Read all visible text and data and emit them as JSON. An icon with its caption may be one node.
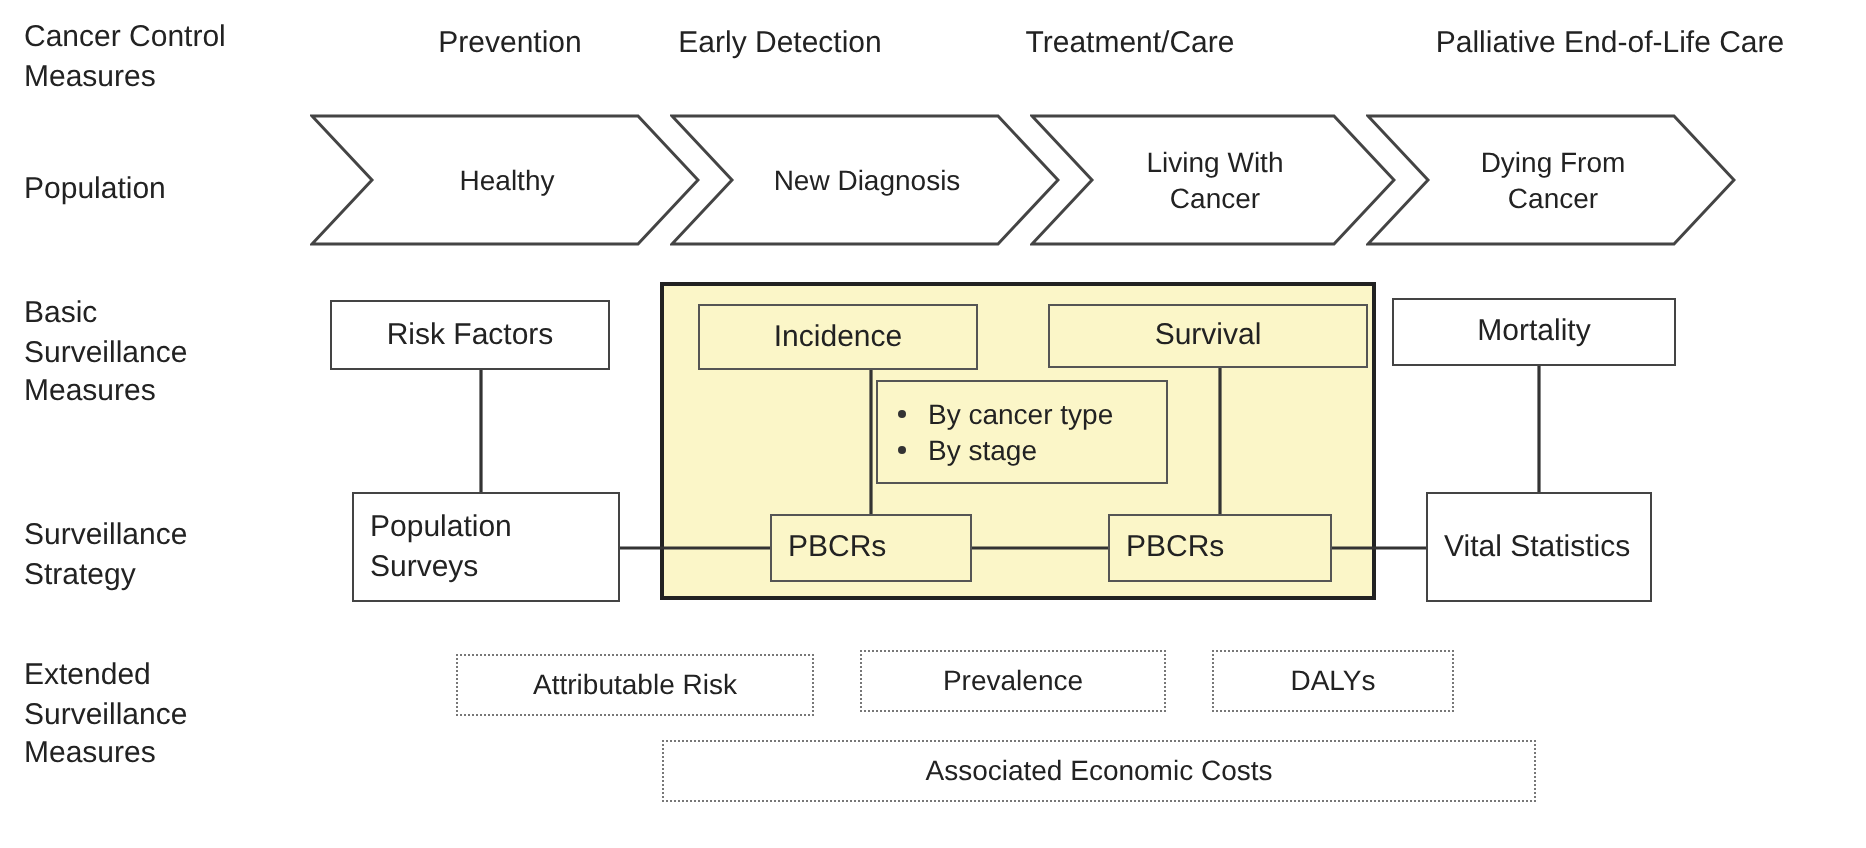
{
  "diagram": {
    "nodes": [
      {
        "text": [
          "Healthy"
        ]
      },
      {
        "text": [
          "New Diagnosis"
        ]
      },
      {
        "text": [
          "Living With Cancer"
        ]
      },
      {
        "text": [
          "Dying From Cancer"
        ]
      },
      {
        "text": [
          "Risk Factors"
        ]
      },
      {
        "text": [],
        "shape": "box"
      },
      {
        "text": [
          "Incidence"
        ],
        "in": 5
      },
      {
        "text": [
          "Survival"
        ],
        "in": 5
      },
      {
        "text": [
          "By cancer type",
          "By stage"
        ],
        "in": 5
      },
      {
        "text": [
          "PBCRs"
        ],
        "in": 5
      },
      {
        "text": [
          "PBCRs"
        ],
        "in": 5
      },
      {
        "text": [
          "Mortality"
        ]
      },
      {
        "text": [
          "Population Surveys"
        ]
      },
      {
        "text": [
          "Vital Statistics"
        ]
      },
      {
        "text": [
          "Attributable Risk"
        ]
      },
      {
        "text": [
          "Prevalence"
        ]
      },
      {
        "text": [
          "DALYs"
        ]
      },
      {
        "text": [
          "Associated Economic Costs"
        ]
      }
    ],
    "edges": [
      {
        "from": 4,
        "to": 12,
        "arrow": "none"
      },
      {
        "from": 6,
        "to": 9,
        "arrow": "none"
      },
      {
        "from": 7,
        "to": 10,
        "arrow": "none"
      },
      {
        "from": 11,
        "to": 13,
        "arrow": "none"
      },
      {
        "from": 12,
        "to": 9,
        "arrow": "none"
      },
      {
        "from": 9,
        "to": 10,
        "arrow": "none"
      },
      {
        "from": 10,
        "to": 13,
        "arrow": "none"
      }
    ],
    "labels": [
      "Cancer Control Measures",
      "Prevention",
      "Early Detection",
      "Treatment/Care",
      "Palliative End-of-Life Care",
      "Population",
      "Basic Surveillance Measures",
      "Surveillance Strategy",
      "Extended Surveillance Measures"
    ]
  }
}
